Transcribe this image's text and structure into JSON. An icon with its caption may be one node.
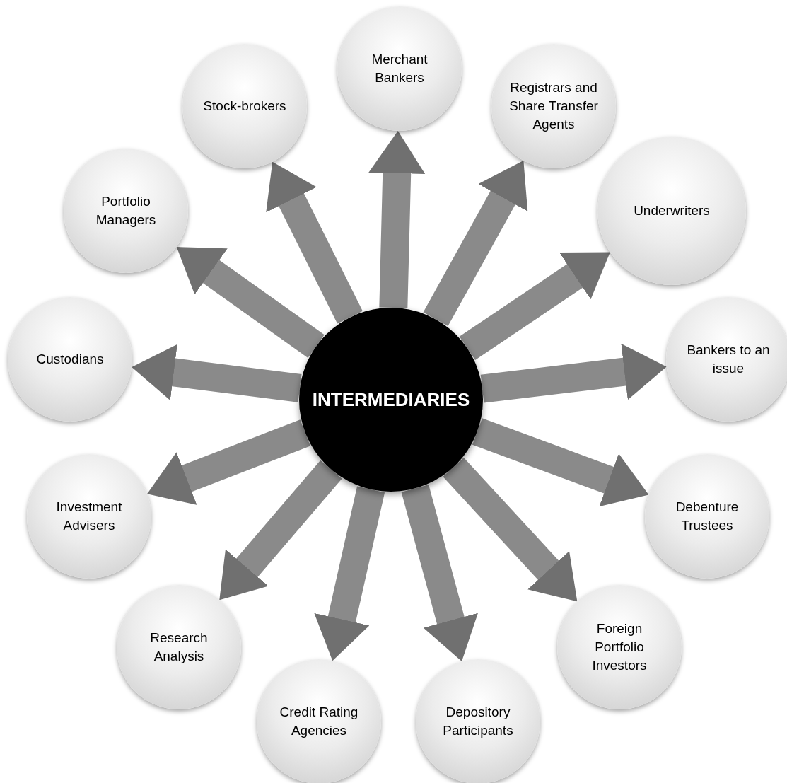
{
  "diagram": {
    "nodes": [
      {
        "text": [
          "INTERMEDIARIES"
        ]
      },
      {
        "text": [
          "Merchant Bankers"
        ]
      },
      {
        "text": [
          "Registrars and Share Transfer Agents"
        ]
      },
      {
        "text": [
          "Underwriters"
        ]
      },
      {
        "text": [
          "Bankers to an issue"
        ]
      },
      {
        "text": [
          "Debenture Trustees"
        ]
      },
      {
        "text": [
          "Foreign Portfolio Investors"
        ]
      },
      {
        "text": [
          "Depository Participants"
        ]
      },
      {
        "text": [
          "Credit Rating Agencies"
        ]
      },
      {
        "text": [
          "Research Analysis"
        ]
      },
      {
        "text": [
          "Investment Advisers"
        ]
      },
      {
        "text": [
          "Custodians"
        ]
      },
      {
        "text": [
          "Portfolio Managers"
        ]
      },
      {
        "text": [
          "Stock-brokers"
        ]
      }
    ],
    "edges": [
      {
        "from": 0,
        "to": 1,
        "arrow": "to"
      },
      {
        "from": 0,
        "to": 2,
        "arrow": "to"
      },
      {
        "from": 0,
        "to": 3,
        "arrow": "to"
      },
      {
        "from": 0,
        "to": 4,
        "arrow": "to"
      },
      {
        "from": 0,
        "to": 5,
        "arrow": "to"
      },
      {
        "from": 0,
        "to": 6,
        "arrow": "to"
      },
      {
        "from": 0,
        "to": 7,
        "arrow": "to"
      },
      {
        "from": 0,
        "to": 8,
        "arrow": "to"
      },
      {
        "from": 0,
        "to": 9,
        "arrow": "to"
      },
      {
        "from": 0,
        "to": 10,
        "arrow": "to"
      },
      {
        "from": 0,
        "to": 11,
        "arrow": "to"
      },
      {
        "from": 0,
        "to": 12,
        "arrow": "to"
      },
      {
        "from": 0,
        "to": 13,
        "arrow": "to"
      }
    ]
  }
}
